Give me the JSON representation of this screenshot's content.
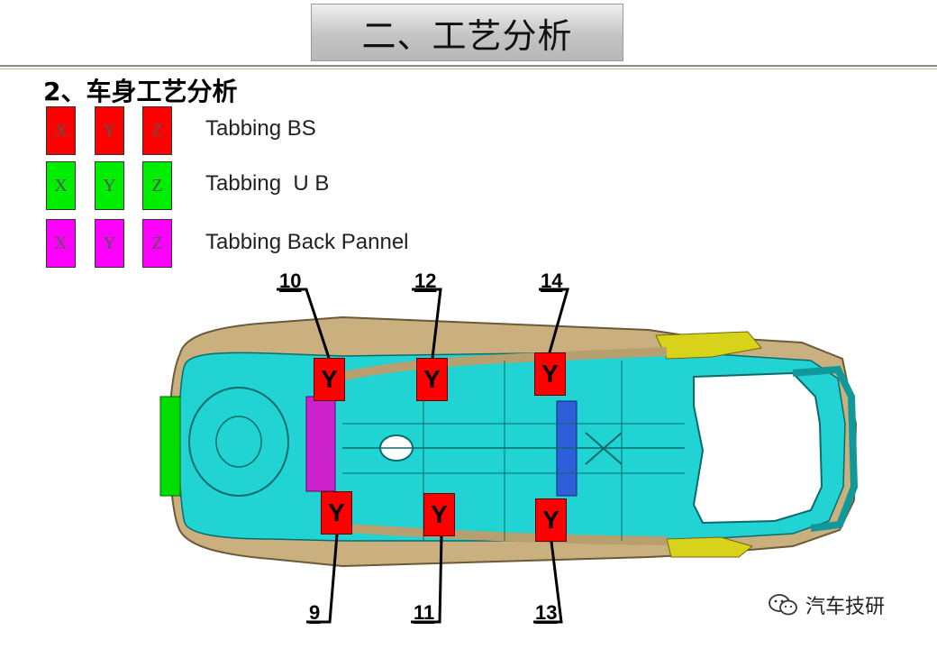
{
  "header": {
    "title": "二、工艺分析"
  },
  "section": {
    "subtitle": "2、车身工艺分析"
  },
  "legend": [
    {
      "color": "#ff0000",
      "axes": [
        "X",
        "Y",
        "Z"
      ],
      "label": "Tabbing BS"
    },
    {
      "color": "#00ee00",
      "axes": [
        "X",
        "Y",
        "Z"
      ],
      "label": "Tabbing  U B"
    },
    {
      "color": "#ff00ff",
      "axes": [
        "X",
        "Y",
        "Z"
      ],
      "label": "Tabbing Back Pannel"
    }
  ],
  "markers": [
    {
      "number": "10",
      "label": "Y"
    },
    {
      "number": "12",
      "label": "Y"
    },
    {
      "number": "14",
      "label": "Y"
    },
    {
      "number": "9",
      "label": "Y"
    },
    {
      "number": "11",
      "label": "Y"
    },
    {
      "number": "13",
      "label": "Y"
    }
  ],
  "colors": {
    "ub": "#22d3d3",
    "bodyside": "#c9b07e",
    "front": "#d9d21a",
    "backpanel": "#cc22cc",
    "crossmember": "#2f5fd8"
  },
  "watermark": {
    "text": "汽车技研",
    "icon": "wechat-icon"
  }
}
